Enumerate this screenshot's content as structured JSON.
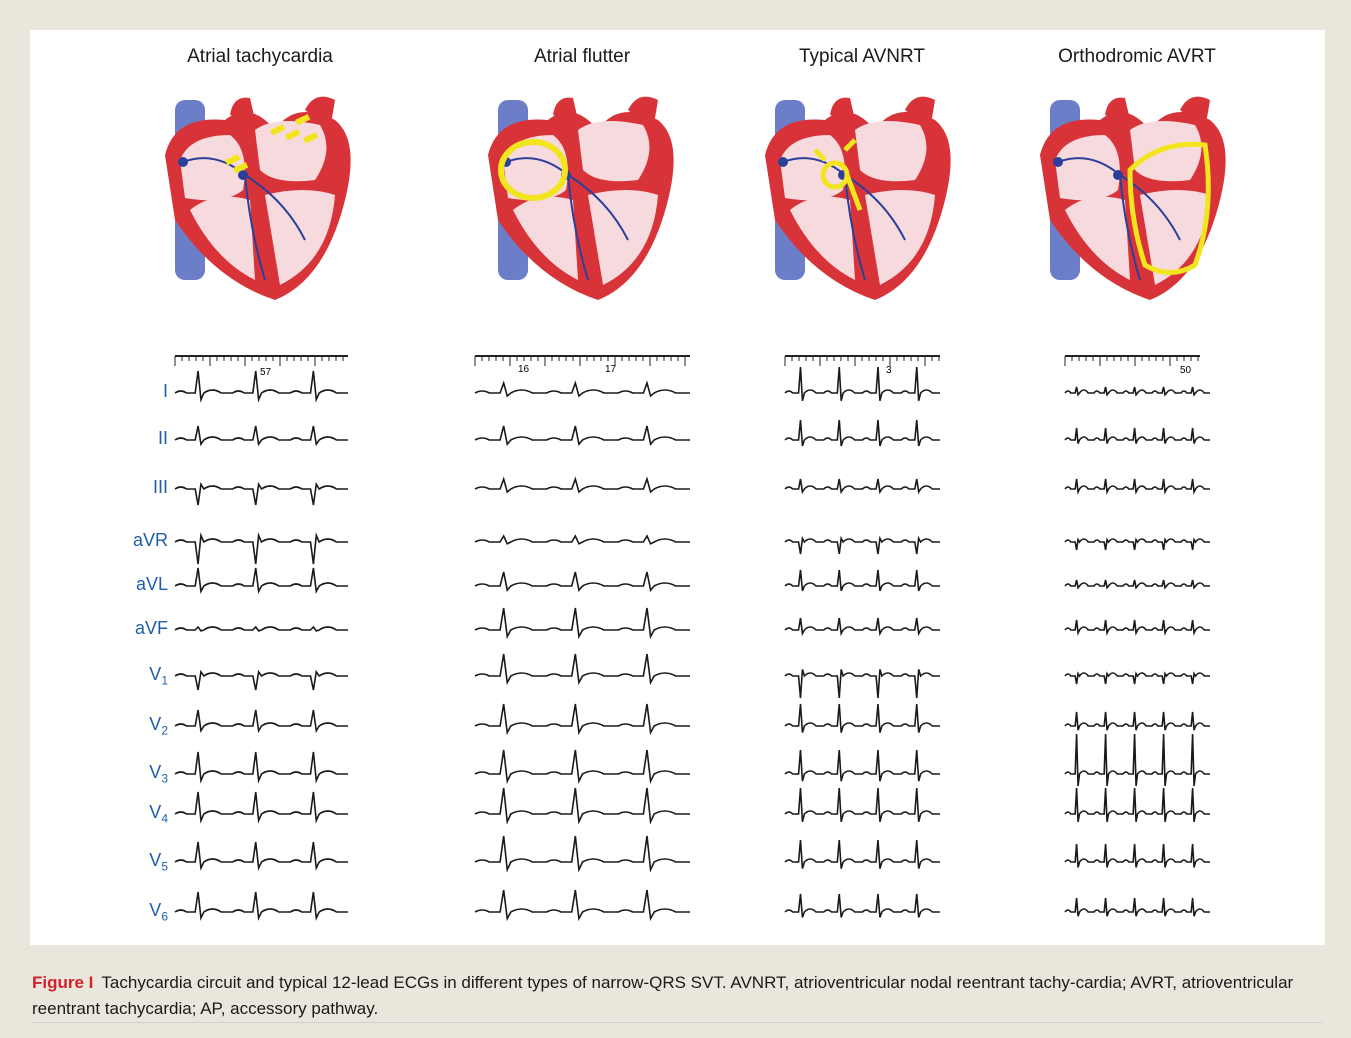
{
  "columns": [
    {
      "title": "Atrial tachycardia",
      "ruler": "57"
    },
    {
      "title": "Atrial flutter",
      "ruler_a": "16",
      "ruler_b": "17"
    },
    {
      "title": "Typical AVNRT",
      "ruler": "3"
    },
    {
      "title": "Orthodromic AVRT",
      "ruler": "50"
    }
  ],
  "leads": [
    "I",
    "II",
    "III",
    "aVR",
    "aVL",
    "aVF",
    "V1",
    "V2",
    "V3",
    "V4",
    "V5",
    "V6"
  ],
  "lead_base": [
    "I",
    "II",
    "III",
    "aVR",
    "aVL",
    "aVF",
    "V",
    "V",
    "V",
    "V",
    "V",
    "V"
  ],
  "lead_sub": [
    "",
    "",
    "",
    "",
    "",
    "",
    "1",
    "2",
    "3",
    "4",
    "5",
    "6"
  ],
  "caption": {
    "figure_label": "Figure I",
    "text": "Tachycardia circuit and typical 12-lead ECGs in different types of narrow-QRS SVT. AVNRT, atrioventricular nodal reentrant tachy-cardia; AVRT, atrioventricular reentrant tachycardia; AP, accessory pathway."
  },
  "colors": {
    "heart_red": "#d9333a",
    "heart_pink": "#f6dadd",
    "vessel_blue": "#6d7ec9",
    "circuit_yellow": "#f2e51d",
    "label_blue": "#1f5fa8",
    "figure_red": "#d3202d"
  }
}
